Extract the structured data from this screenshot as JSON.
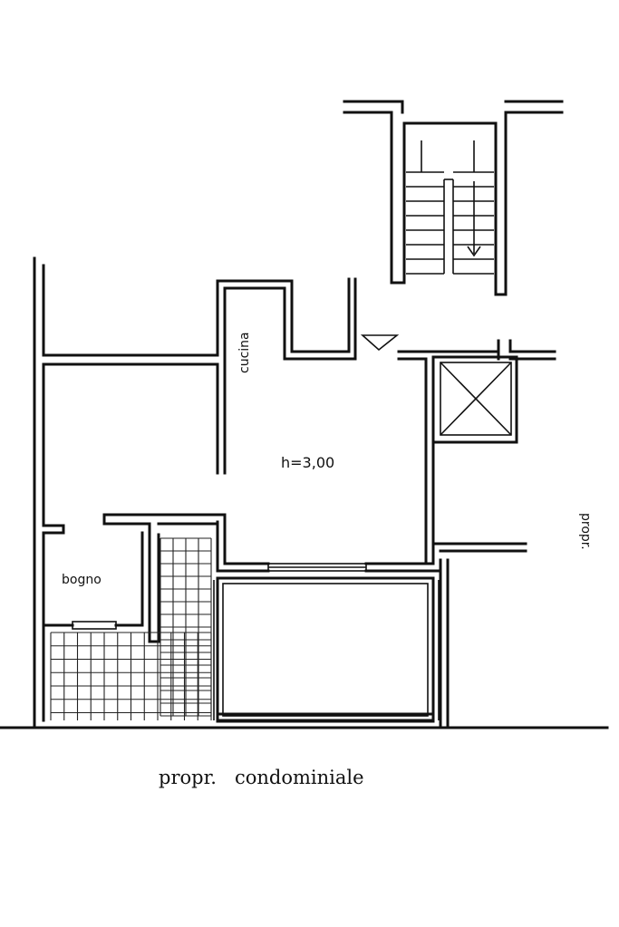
{
  "plan": {
    "rooms": {
      "kitchen": "cucina",
      "bathroom": "bogno"
    },
    "ceiling_height": "h=3,00",
    "neighbor_right": "propr.",
    "bottom_caption": "propr.   condominiale"
  }
}
